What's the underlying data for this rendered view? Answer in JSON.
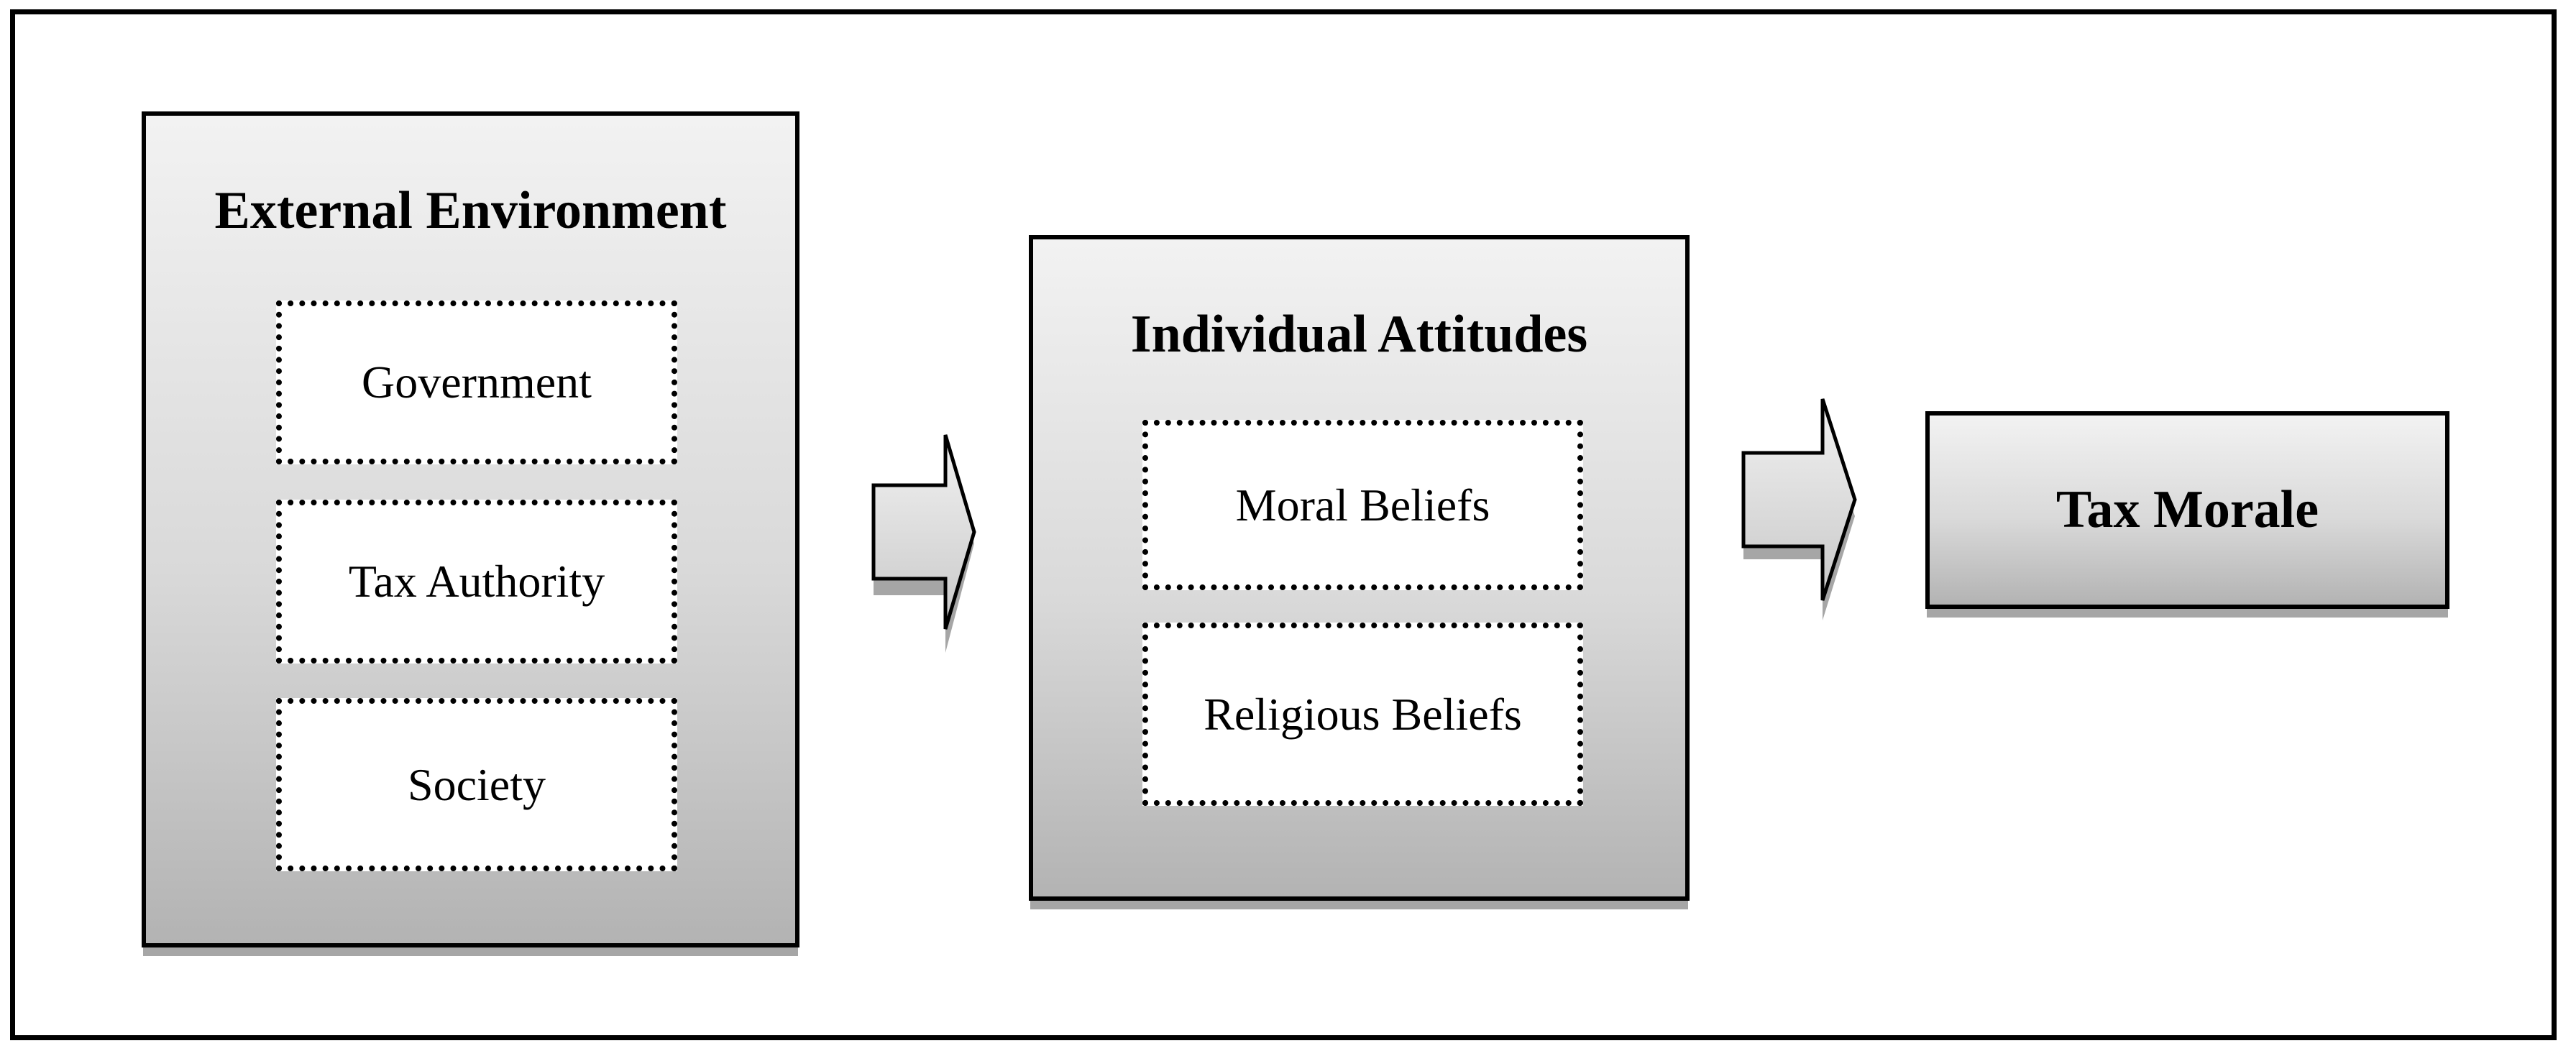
{
  "diagram": {
    "external_environment": {
      "title": "External Environment",
      "items": [
        "Government",
        "Tax Authority",
        "Society"
      ]
    },
    "individual_attitudes": {
      "title": "Individual Attitudes",
      "items": [
        "Moral Beliefs",
        "Religious Beliefs"
      ]
    },
    "tax_morale": {
      "title": "Tax Morale"
    },
    "arrows": [
      {
        "from": "External Environment",
        "to": "Individual Attitudes"
      },
      {
        "from": "Individual Attitudes",
        "to": "Tax Morale"
      }
    ]
  },
  "colors": {
    "border": "#000000",
    "panel_gradient_top": "#f2f2f2",
    "panel_gradient_bottom": "#b3b3b3",
    "shadow": "#a6a6a6",
    "item_fill": "#ffffff"
  }
}
